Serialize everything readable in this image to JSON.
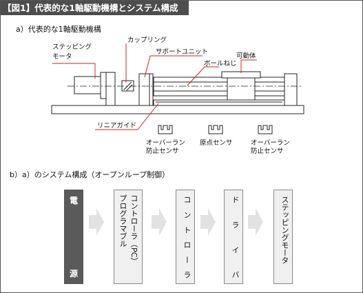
{
  "figure_title": "【図1】代表的な1軸駆動機構とシステム構成",
  "section_a": {
    "title": "a）代表的な1軸駆動機構",
    "labels": {
      "stepping_motor_line1": "ステッピング",
      "stepping_motor_line2": "モータ",
      "coupling": "カップリング",
      "support_unit": "サポートユニット",
      "ball_screw": "ボールねじ",
      "movable_body": "可動体",
      "linear_guide": "リニアガイド",
      "overrun_left_line1": "オーバーラン",
      "overrun_left_line2": "防止センサ",
      "origin_sensor": "原点センサ",
      "overrun_right_line1": "オーバーラン",
      "overrun_right_line2": "防止センサ"
    }
  },
  "section_b": {
    "title": "b）a）のシステム構成（オープンループ制御）",
    "power": {
      "top": "電",
      "bottom": "源"
    },
    "controller_col1": "コントローラ（PC）",
    "controller_col2": "プログラマブル",
    "controller": "コントローラ",
    "driver": "ドライバ",
    "stepping_motor": "ステッピングモータ"
  }
}
